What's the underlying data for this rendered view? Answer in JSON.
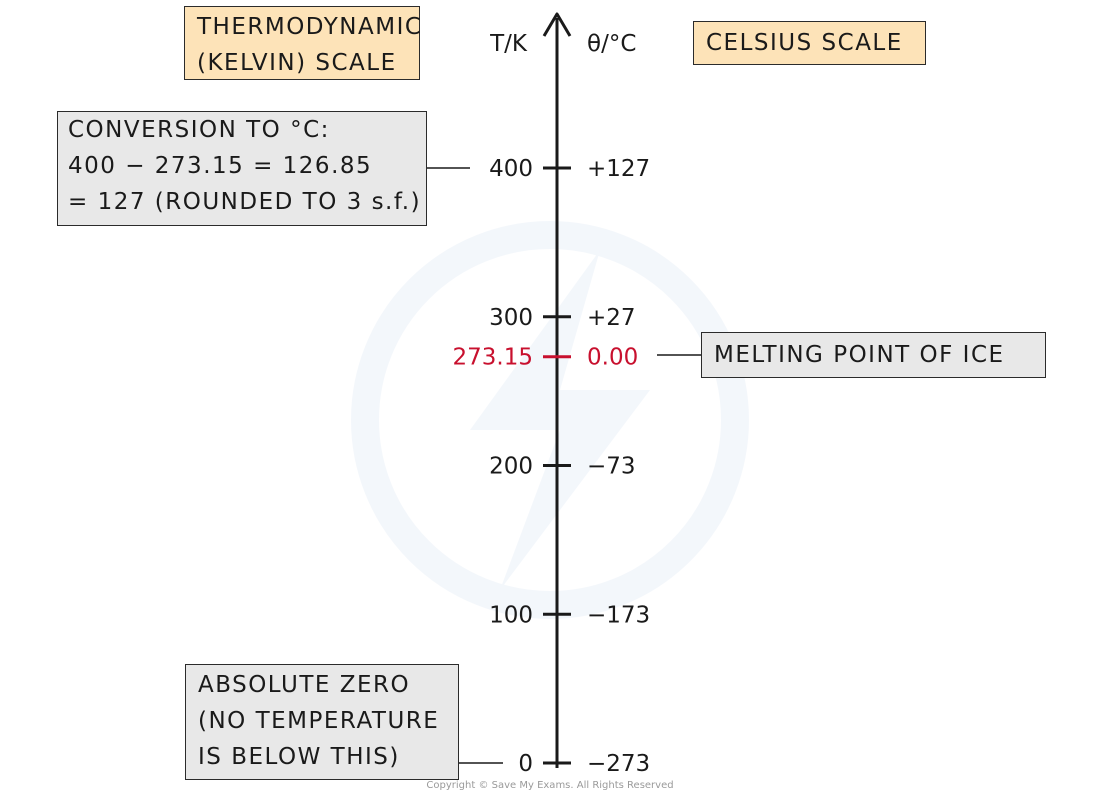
{
  "boxes": {
    "thermodynamic": [
      "THERMODYNAMIC",
      "(KELVIN)  SCALE"
    ],
    "celsius": "CELSIUS  SCALE",
    "conversion": [
      "CONVERSION  TO  °C:",
      "400  −  273.15  =  126.85",
      "=  127  (ROUNDED  TO  3  s.f.)"
    ],
    "melting": "MELTING  POINT  OF  ICE",
    "absolute_zero": [
      "ABSOLUTE  ZERO",
      "(NO  TEMPERATURE",
      "IS  BELOW  THIS)"
    ]
  },
  "axis": {
    "kelvin_label": "T/K",
    "celsius_label": "θ/°C"
  },
  "ticks": [
    {
      "kelvin": "400",
      "celsius": "+127",
      "value": 400,
      "highlight": false
    },
    {
      "kelvin": "300",
      "celsius": "+27",
      "value": 300,
      "highlight": false
    },
    {
      "kelvin": "273.15",
      "celsius": "0.00",
      "value": 273.15,
      "highlight": true
    },
    {
      "kelvin": "200",
      "celsius": "−73",
      "value": 200,
      "highlight": false
    },
    {
      "kelvin": "100",
      "celsius": "−173",
      "value": 100,
      "highlight": false
    },
    {
      "kelvin": "0",
      "celsius": "−273",
      "value": 0,
      "highlight": false
    }
  ],
  "colors": {
    "highlight": "#c8102e",
    "box_orange": "#fde3b8",
    "box_grey": "#e8e8e8"
  },
  "copyright": "Copyright © Save My Exams. All Rights Reserved"
}
